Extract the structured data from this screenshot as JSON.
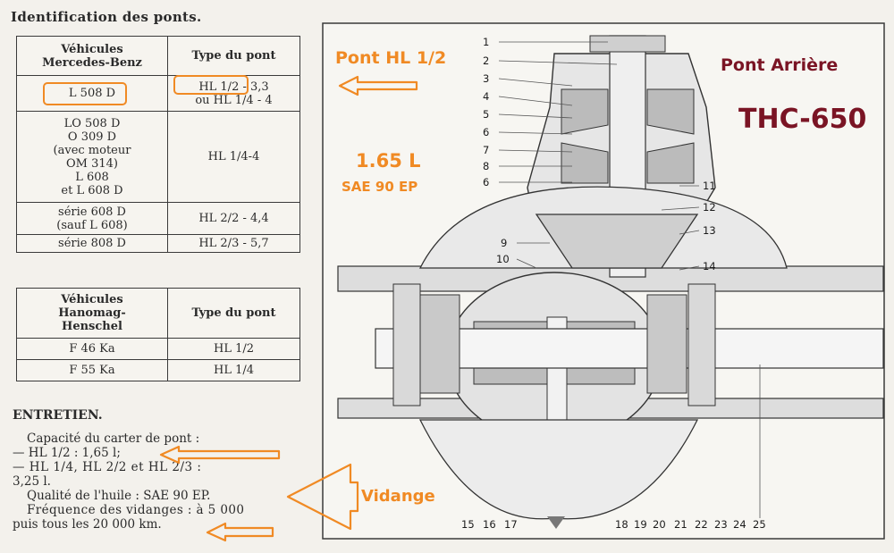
{
  "title": "Identification des ponts.",
  "table_mercedes": {
    "header_vehicle": [
      "Véhicules",
      "Mercedes-Benz"
    ],
    "header_type": "Type du pont",
    "row1": {
      "vehicle": "L 508 D",
      "type": [
        "HL 1/2 - 3,3",
        "ou HL 1/4 - 4"
      ]
    },
    "row2": {
      "vehicle": [
        "LO 508 D",
        "O 309 D",
        "(avec moteur",
        "OM 314)",
        "L 608",
        "et L 608 D"
      ],
      "type": "HL 1/4-4"
    },
    "row3": {
      "vehicle": [
        "série 608 D",
        "(sauf L 608)"
      ],
      "type": "HL 2/2 - 4,4"
    },
    "row4": {
      "vehicle": "série 808 D",
      "type": "HL 2/3 - 5,7"
    }
  },
  "table_hanomag": {
    "header_vehicle": [
      "Véhicules",
      "Hanomag-",
      "Henschel"
    ],
    "header_type": "Type du pont",
    "rows": [
      {
        "vehicle": "F 46 Ka",
        "type": "HL 1/2"
      },
      {
        "vehicle": "F 55 Ka",
        "type": "HL 1/4"
      }
    ]
  },
  "entretien": {
    "heading": "ENTRETIEN.",
    "lines": [
      "Capacité du carter de pont :",
      "— HL 1/2 : 1,65 l;",
      "— HL 1/4, HL 2/2 et HL 2/3 :",
      "3,25 l.",
      "Qualité de l'huile : SAE 90 EP.",
      "Fréquence des vidanges : à 5 000",
      "puis tous les 20 000 km."
    ]
  },
  "annotations": {
    "pont_hl": "Pont HL 1/2",
    "capacity": "1.65 L",
    "oil": "SAE 90 EP",
    "vidange": "Vidange",
    "pont_arriere": "Pont Arrière",
    "model": "THC-650"
  },
  "part_numbers": {
    "left": [
      "1",
      "2",
      "3",
      "4",
      "5",
      "6",
      "7",
      "8",
      "6",
      "9",
      "10"
    ],
    "right": [
      "11",
      "12",
      "13",
      "14"
    ],
    "bottom": [
      "15",
      "16",
      "17",
      "18",
      "19",
      "20",
      "21",
      "22",
      "23",
      "24",
      "25"
    ]
  },
  "colors": {
    "annotation": "#f08a24",
    "title_accent": "#7a1424",
    "ink": "#2a2a2a"
  }
}
